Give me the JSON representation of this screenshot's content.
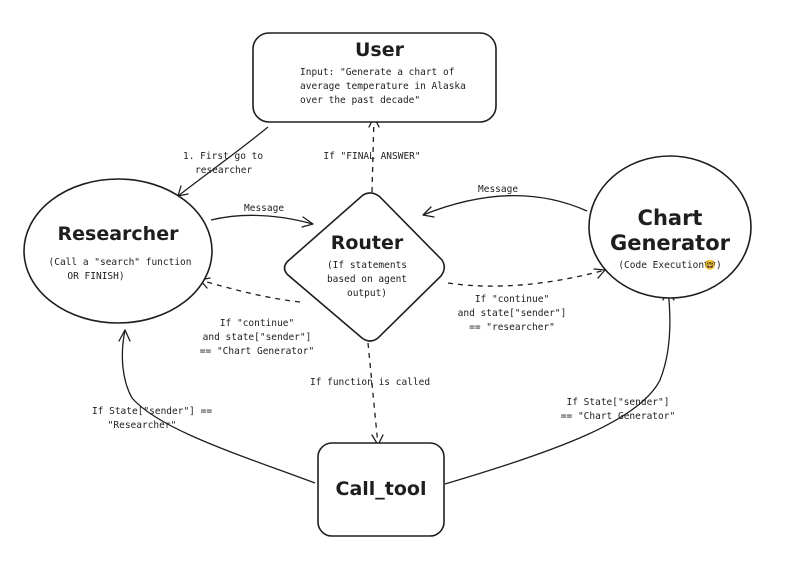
{
  "nodes": {
    "user": {
      "title": "User",
      "desc_lines": [
        "Input: \"Generate a chart of",
        "average temperature in Alaska",
        "over the past decade\""
      ]
    },
    "researcher": {
      "title": "Researcher",
      "desc_lines": [
        "(Call a \"search\" function",
        "OR FINISH)"
      ]
    },
    "router": {
      "title": "Router",
      "desc_lines": [
        "(If statements",
        "based on agent",
        "output)"
      ]
    },
    "chart_generator": {
      "title_lines": [
        "Chart",
        "Generator"
      ],
      "desc": "(Code Execution🤓)"
    },
    "call_tool": {
      "title": "Call_tool"
    }
  },
  "edges": {
    "user_to_researcher": [
      "1. First go to",
      "researcher"
    ],
    "router_to_user": [
      "If \"FINAL ANSWER\""
    ],
    "researcher_to_router": [
      "Message"
    ],
    "chart_to_router": [
      "Message"
    ],
    "router_to_researcher": [
      "If \"continue\"",
      "and state[\"sender\"]",
      "== \"Chart Generator\""
    ],
    "router_to_chart": [
      "If \"continue\"",
      "and state[\"sender\"]",
      "== \"researcher\""
    ],
    "router_to_call_tool": [
      "If function is called"
    ],
    "call_tool_to_researcher": [
      "If State[\"sender\"] ==",
      "\"Researcher\""
    ],
    "call_tool_to_chart": [
      "If State[\"sender\"]",
      "== \"Chart Generator\""
    ]
  }
}
